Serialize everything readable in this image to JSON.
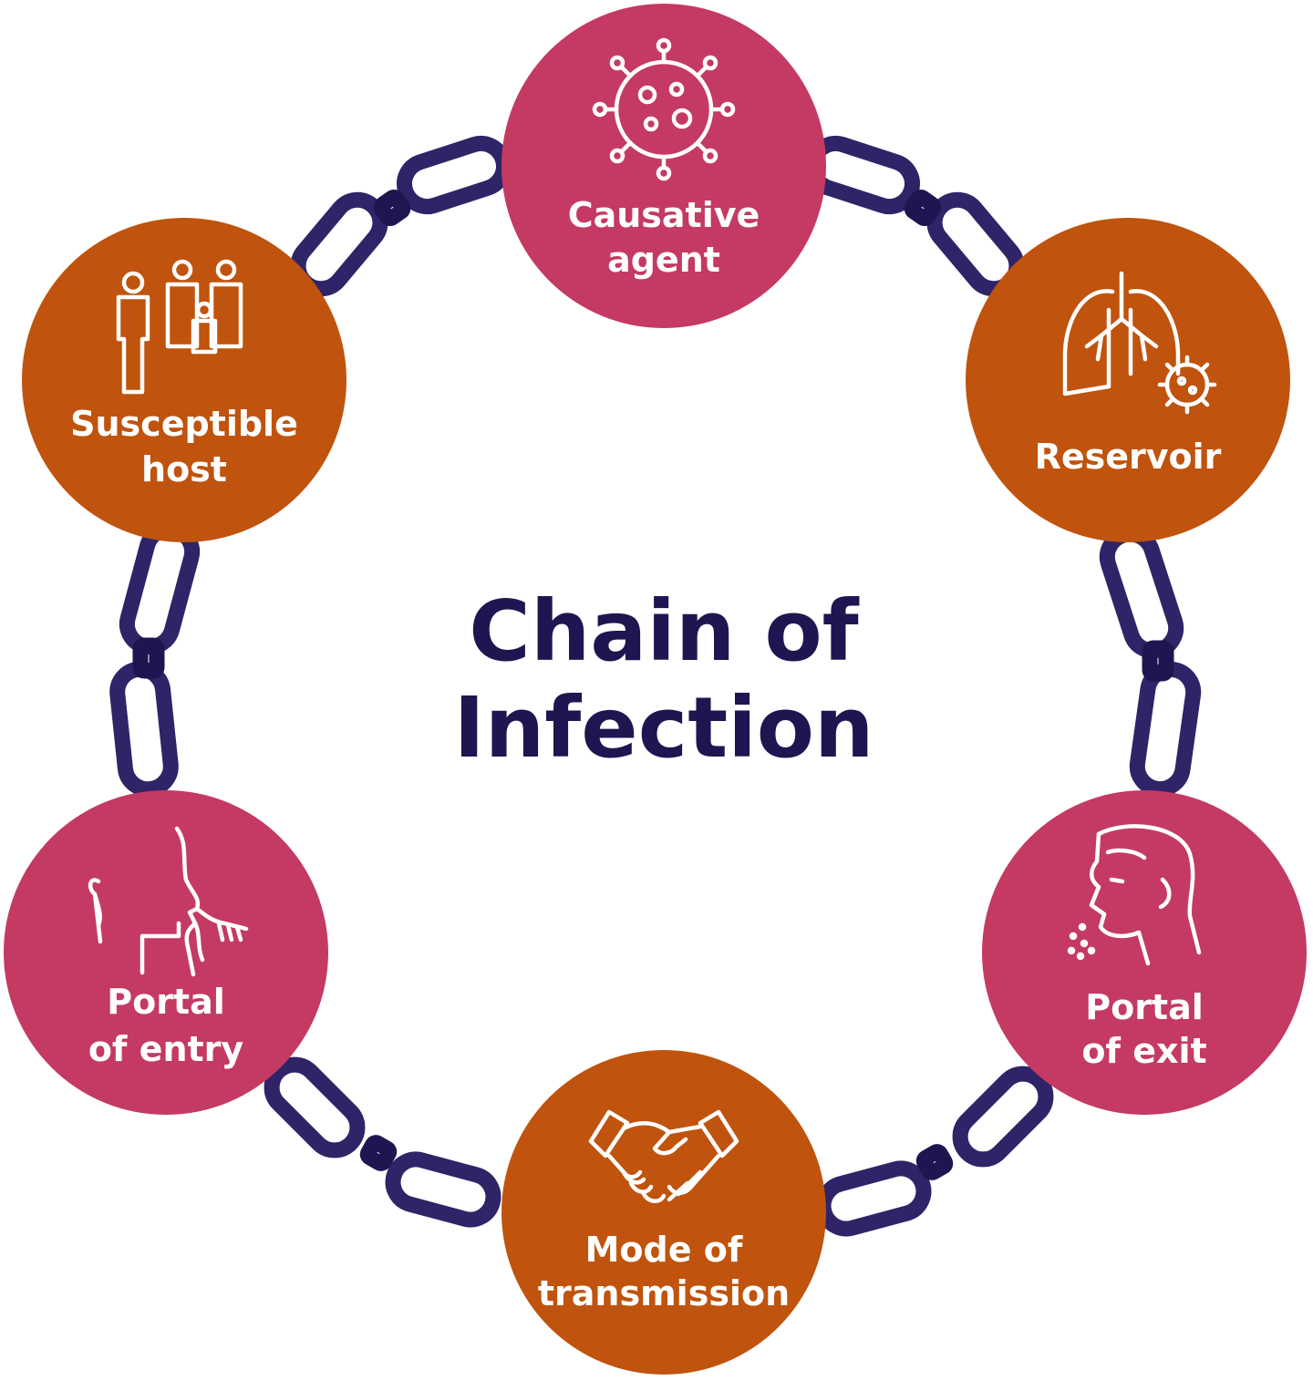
{
  "title_lines": [
    "Chain of",
    "Infection"
  ],
  "colors": {
    "pink": "#c43a63",
    "orange": "#c0530d",
    "chain": "#2e2467",
    "chain_dark": "#1e1650",
    "title": "#1e1650",
    "icon": "#ffffff"
  },
  "nodes": [
    {
      "id": "causative-agent",
      "lines": [
        "Causative",
        "agent"
      ],
      "color": "pink",
      "icon": "virus-icon"
    },
    {
      "id": "reservoir",
      "lines": [
        "Reservoir"
      ],
      "color": "orange",
      "icon": "lungs-icon"
    },
    {
      "id": "portal-of-exit",
      "lines": [
        "Portal",
        "of exit"
      ],
      "color": "pink",
      "icon": "coughing-person-icon"
    },
    {
      "id": "mode-of-transmission",
      "lines": [
        "Mode of",
        "transmission"
      ],
      "color": "orange",
      "icon": "handshake-icon"
    },
    {
      "id": "portal-of-entry",
      "lines": [
        "Portal",
        "of entry"
      ],
      "color": "pink",
      "icon": "inhalation-icon"
    },
    {
      "id": "susceptible-host",
      "lines": [
        "Susceptible",
        "host"
      ],
      "color": "orange",
      "icon": "family-icon"
    }
  ]
}
